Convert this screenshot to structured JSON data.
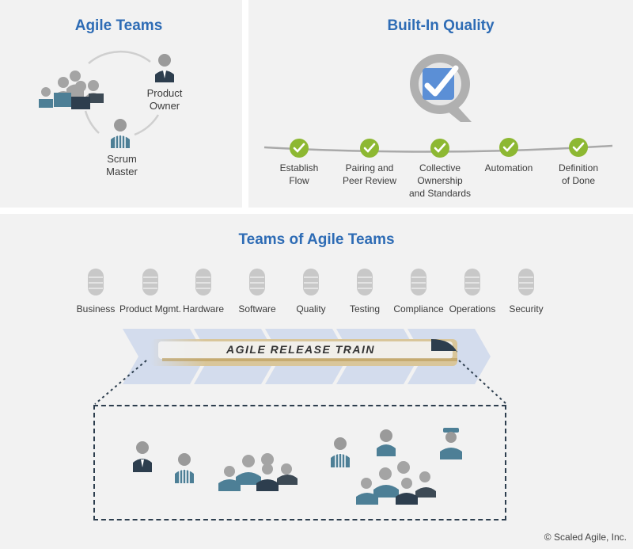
{
  "agile_teams": {
    "title": "Agile Teams",
    "product_owner": "Product\nOwner",
    "scrum_master": "Scrum\nMaster"
  },
  "built_in_quality": {
    "title": "Built-In Quality",
    "practices": [
      "Establish\nFlow",
      "Pairing and\nPeer Review",
      "Collective\nOwnership\nand Standards",
      "Automation",
      "Definition\nof Done"
    ]
  },
  "teams_of_teams": {
    "title": "Teams of Agile Teams",
    "functions": [
      "Business",
      "Product Mgmt.",
      "Hardware",
      "Software",
      "Quality",
      "Testing",
      "Compliance",
      "Operations",
      "Security"
    ],
    "train_label": "AGILE RELEASE TRAIN"
  },
  "copyright": "© Scaled Agile, Inc.",
  "colors": {
    "heading": "#2e6cb5",
    "check_green": "#8db832",
    "teal": "#4d7f96",
    "dark_slate": "#2d3e4e",
    "gray_person": "#9a9a9a",
    "chevron": "#d3dced"
  }
}
